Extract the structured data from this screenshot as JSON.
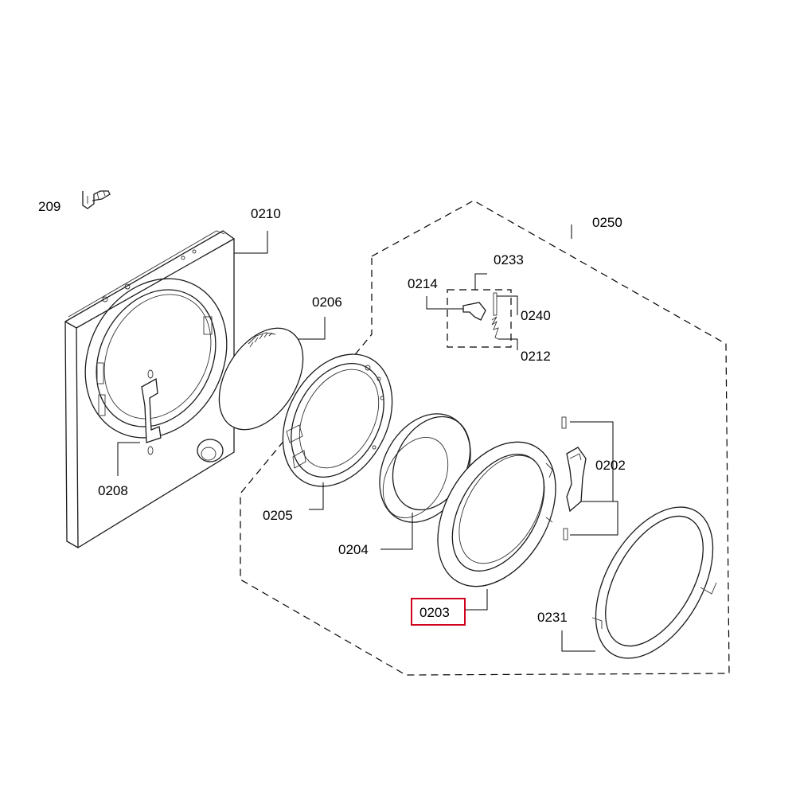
{
  "labels": {
    "p0209": "209",
    "p0210": "0210",
    "p0206": "0206",
    "p0208": "0208",
    "p0205": "0205",
    "p0204": "0204",
    "p0203": "0203",
    "p0231": "0231",
    "p0202": "0202",
    "p0250": "0250",
    "p0233": "0233",
    "p0214": "0214",
    "p0240": "0240",
    "p0212": "0212"
  },
  "highlight": {
    "part": "0203",
    "color": "#d0021b"
  }
}
